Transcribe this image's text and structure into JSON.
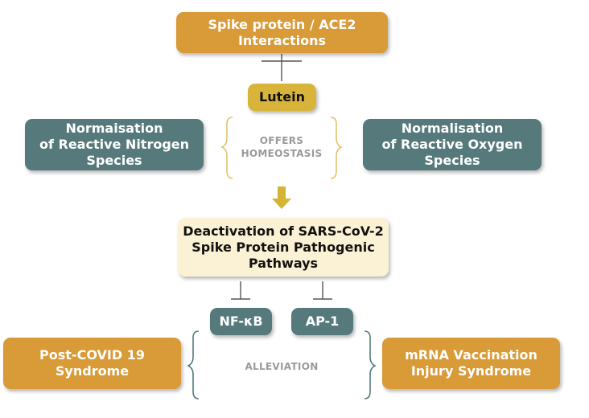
{
  "nodes": {
    "spike_ace2": "Spike protein / ACE2\nInteractions",
    "lutein": "Lutein",
    "rns": "Normaisation\nof Reactive Nitrogen\nSpecies",
    "ros": "Normalisation\nof Reactive Oxygen\nSpecies",
    "deactivation": "Deactivation of SARS-CoV-2\nSpike Protein Pathogenic\nPathways",
    "nfkb": "NF-κB",
    "ap1": "AP-1",
    "post_covid": "Post-COVID 19\nSyndrome",
    "mrna": "mRNA Vaccination\nInjury Syndrome"
  },
  "labels": {
    "offers": "OFFERS\nHOMEOSTASIS",
    "alleviation": "ALLEVIATION"
  },
  "colors": {
    "orange": "#D99A38",
    "yellow": "#D9B43A",
    "teal": "#56797C",
    "cream": "#FBF1D4",
    "inhibit_line": "#555555",
    "arrow": "#D4B335"
  }
}
